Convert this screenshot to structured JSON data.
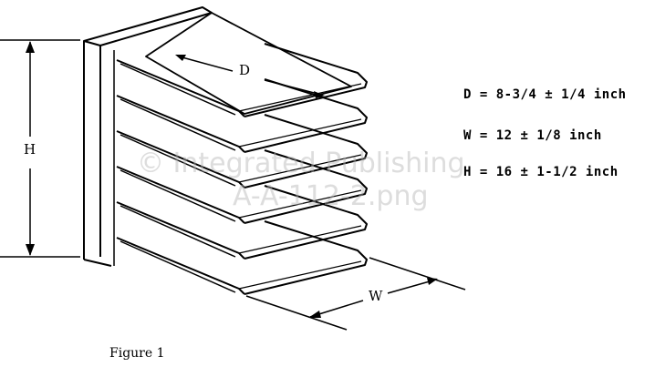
{
  "dimension_labels": {
    "d": "D",
    "w": "W",
    "h": "H"
  },
  "specs": [
    "D = 8-3/4 ± 1/4 inch",
    "W = 12 ± 1/8 inch",
    "H = 16 ± 1-1/2 inch"
  ],
  "caption": "Figure 1",
  "watermark": {
    "line1": "© Integrated Publishing",
    "line2": "A-A-112-2.png"
  },
  "tray_count": 6
}
